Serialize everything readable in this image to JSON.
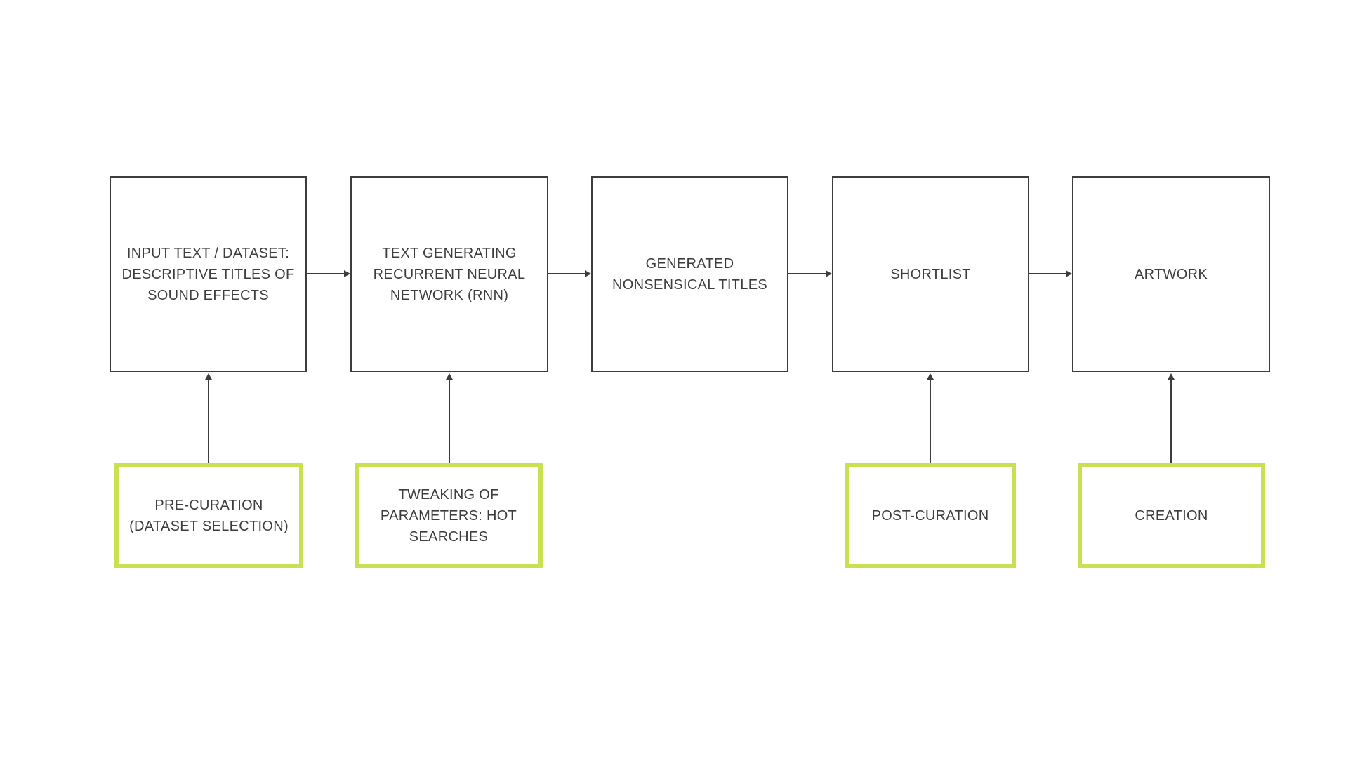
{
  "colors": {
    "background": "#ffffff",
    "box_border": "#3d3d3d",
    "text": "#3d3d3d",
    "arrow": "#3d3d3d",
    "accent_green": "#c9e052"
  },
  "process_flow": {
    "main_steps": [
      {
        "label": "INPUT TEXT / DATASET:\nDESCRIPTIVE TITLES OF\nSOUND EFFECTS"
      },
      {
        "label": "TEXT GENERATING\nRECURRENT NEURAL\nNETWORK (RNN)"
      },
      {
        "label": "GENERATED\nNONSENSICAL TITLES"
      },
      {
        "label": "SHORTLIST"
      },
      {
        "label": "ARTWORK"
      }
    ],
    "intervention_steps": [
      {
        "label": "PRE-CURATION\n(DATASET SELECTION)"
      },
      {
        "label": "TWEAKING OF\nPARAMETERS: HOT\nSEARCHES"
      },
      {
        "label": "POST-CURATION"
      },
      {
        "label": "CREATION"
      }
    ]
  }
}
